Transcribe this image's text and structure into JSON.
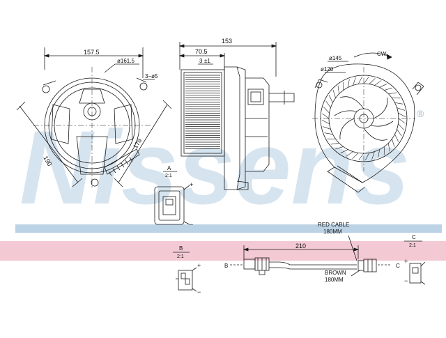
{
  "brand": {
    "watermark": "Nissens",
    "registered_mark": "®",
    "colors": {
      "watermark_blue": "#c9dcea",
      "band_blue": "#bcd3e6",
      "band_pink": "#f3c9d3",
      "ink": "#1a1a1a"
    }
  },
  "front_view": {
    "dim_width": "157.5",
    "dim_diameter": "ø161.5",
    "dim_holes": "3−ø5",
    "dim_left": "190",
    "dim_right": "178"
  },
  "side_view": {
    "dim_total": "153",
    "dim_wheel": "70.5",
    "dim_offset": "3",
    "dim_offset_tol": "±1"
  },
  "rear_view": {
    "rotation": "CW",
    "dim_outer": "ø145",
    "dim_inner": "ø120"
  },
  "detail_a": {
    "letter": "A",
    "scale": "2:1",
    "plus": "+",
    "minus": "−"
  },
  "detail_b": {
    "letter": "B",
    "scale": "2:1",
    "plus": "+",
    "minus": "−"
  },
  "detail_c": {
    "letter": "C",
    "scale": "2:1",
    "plus": "+",
    "minus": "−"
  },
  "cable": {
    "red_label": "RED CABLE",
    "red_length": "180MM",
    "brown_label": "BROWN",
    "brown_length": "180MM",
    "length": "210",
    "end_left": "B",
    "end_right": "C"
  }
}
